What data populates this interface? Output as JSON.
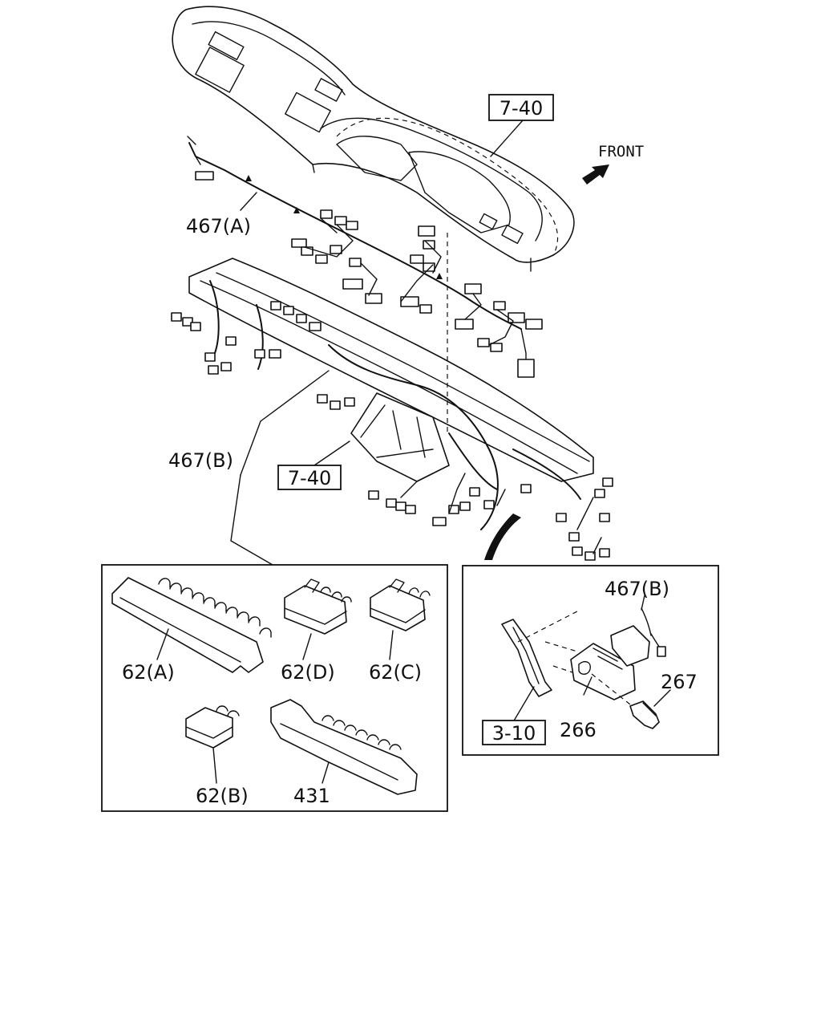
{
  "labels": {
    "ref_top": "7-40",
    "front": "FRONT",
    "harness_a": "467(A)",
    "harness_b": "467(B)",
    "ref_mid": "7-40",
    "part_62a": "62(A)",
    "part_62d": "62(D)",
    "part_62c": "62(C)",
    "part_62b": "62(B)",
    "part_431": "431",
    "detail_467b": "467(B)",
    "part_267": "267",
    "ref_310": "3-10",
    "part_266": "266"
  }
}
